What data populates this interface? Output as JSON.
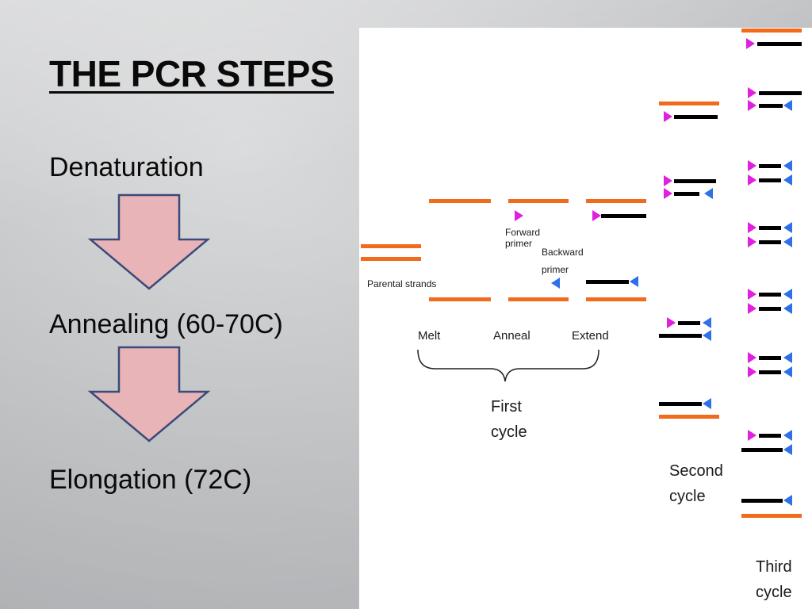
{
  "slide": {
    "title": "THE PCR STEPS",
    "steps": [
      {
        "label": "Denaturation"
      },
      {
        "label": "Annealing (60-70C)"
      },
      {
        "label": "Elongation (72C)"
      }
    ]
  },
  "diagram": {
    "labels": {
      "parental_strands": "Parental strands",
      "forward_primer": [
        "Forward",
        "primer"
      ],
      "backward_primer": [
        "Backward",
        "primer"
      ],
      "melt": "Melt",
      "anneal": "Anneal",
      "extend": "Extend",
      "first_cycle": [
        "First",
        "cycle"
      ],
      "second_cycle": [
        "Second",
        "cycle"
      ],
      "third_cycle": [
        "Third",
        "cycle"
      ]
    },
    "colors": {
      "parental_strand": "#f26b1d",
      "new_strand": "#000000",
      "forward_primer": "#e020e0",
      "backward_primer": "#2f6fe8",
      "arrow_fill": "#e8b4b8",
      "arrow_stroke": "#3a4a7a"
    }
  }
}
